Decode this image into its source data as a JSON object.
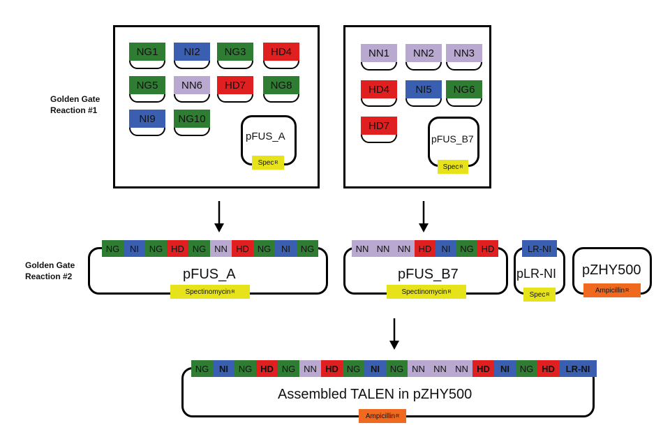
{
  "colors": {
    "NG": "#2e7d32",
    "NI": "#3a5fb0",
    "HD": "#e02020",
    "NN": "#b9a8cf",
    "LR-NI": "#3a5fb0",
    "spec": "#e6e31a",
    "amp": "#ef6a1e"
  },
  "labels": {
    "reaction1": [
      "Golden Gate",
      "Reaction #1"
    ],
    "reaction2": [
      "Golden Gate",
      "Reaction #2"
    ]
  },
  "box_a": {
    "modules": [
      "NG1",
      "NI2",
      "NG3",
      "HD4",
      "NG5",
      "NN6",
      "HD7",
      "NG8",
      "NI9",
      "NG10"
    ],
    "plasmid": "pFUS_A",
    "marker": "Spec",
    "marker_sup": "R"
  },
  "box_b": {
    "modules": [
      "NN1",
      "NN2",
      "NN3",
      "HD4",
      "NI5",
      "NG6",
      "HD7"
    ],
    "plasmid": "pFUS_B7",
    "marker": "Spec",
    "marker_sup": "R"
  },
  "reaction2": {
    "pfus_a": {
      "name": "pFUS_A",
      "segments": [
        "NG",
        "NI",
        "NG",
        "HD",
        "NG",
        "NN",
        "HD",
        "NG",
        "NI",
        "NG"
      ],
      "marker": "Spectinomycin",
      "marker_sup": "R"
    },
    "pfus_b7": {
      "name": "pFUS_B7",
      "segments": [
        "NN",
        "NN",
        "NN",
        "HD",
        "NI",
        "NG",
        "HD"
      ],
      "marker": "Spectinomycin",
      "marker_sup": "R"
    },
    "plr": {
      "name": "pLR-NI",
      "segments": [
        "LR-NI"
      ],
      "marker": "Spec",
      "marker_sup": "R"
    },
    "pzhy": {
      "name": "pZHY500",
      "marker": "Ampicillin",
      "marker_sup": "R"
    }
  },
  "final": {
    "name": "Assembled TALEN in pZHY500",
    "segments": [
      "NG",
      "NI",
      "NG",
      "HD",
      "NG",
      "NN",
      "HD",
      "NG",
      "NI",
      "NG",
      "NN",
      "NN",
      "NN",
      "HD",
      "NI",
      "NG",
      "HD",
      "LR-NI"
    ],
    "marker": "Ampicillin",
    "marker_sup": "R"
  }
}
